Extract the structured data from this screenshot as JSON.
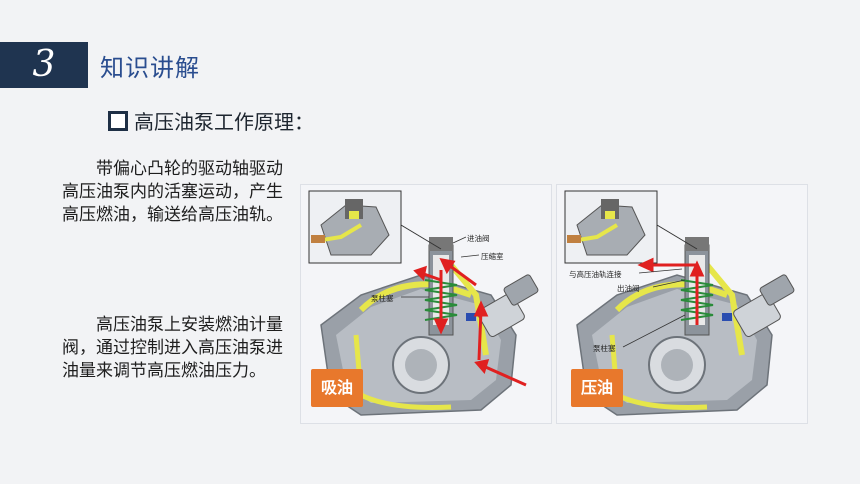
{
  "header": {
    "section_number": "3",
    "section_title": "知识讲解"
  },
  "bullet": {
    "title": "高压油泵工作原理："
  },
  "paragraphs": [
    "带偏心凸轮的驱动轴驱动高压油泵内的活塞运动，产生高压燃油，输送给高压油轨。",
    "高压油泵上安装燃油计量阀，通过控制进入高压油泵进油量来调节高压燃油压力。"
  ],
  "diagrams": {
    "intake": {
      "tag": "吸油",
      "labels": {
        "inlet_valve": "进油阀",
        "compression_chamber": "压缩室",
        "plunger": "泵柱塞"
      }
    },
    "pressure": {
      "tag": "压油",
      "labels": {
        "rail_connection": "与高压油轨连接",
        "outlet_valve": "出油阀",
        "plunger": "泵柱塞"
      }
    }
  },
  "colors": {
    "section_bg": "#1f3450",
    "title_blue": "#2a4d8f",
    "tag_orange": "#e8782c",
    "arrow_red": "#e02020",
    "fuel_yellow": "#e6e64a"
  }
}
